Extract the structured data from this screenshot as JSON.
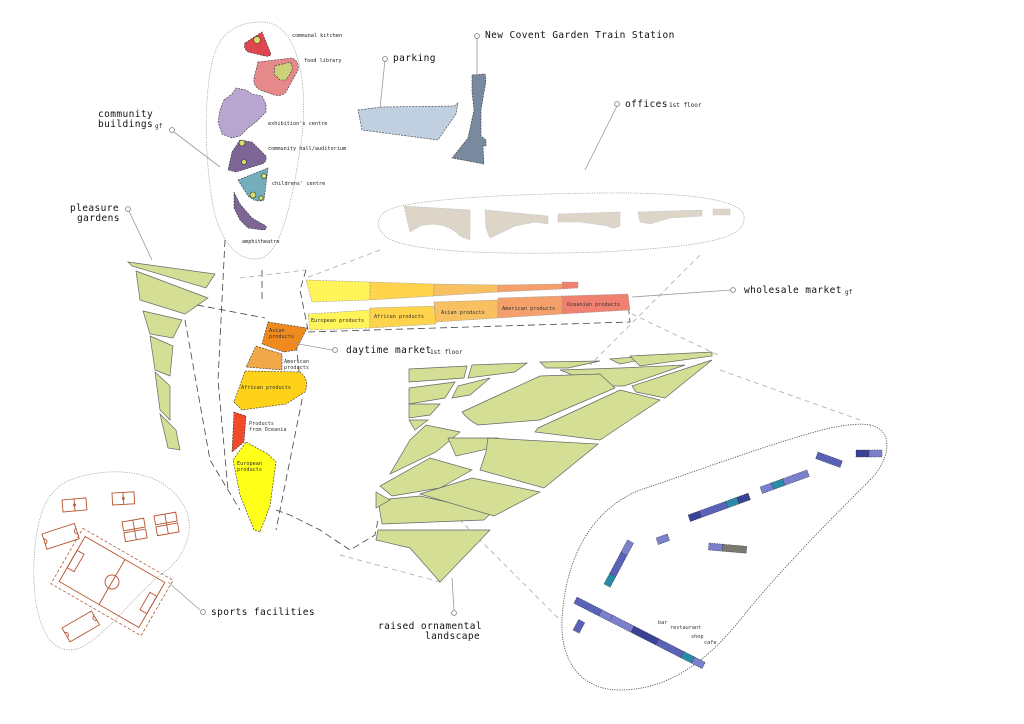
{
  "diagram": {
    "labels": {
      "train_station": "New Covent Garden Train Station",
      "parking": "parking",
      "offices": "offices",
      "offices_sub": "1st floor",
      "community_buildings_1": "community",
      "community_buildings_2": "buildings",
      "community_buildings_sub": "gf",
      "pleasure_gardens_1": "pleasure",
      "pleasure_gardens_2": "gardens",
      "wholesale_market": "wholesale market",
      "wholesale_market_sub": "gf",
      "daytime_market": "daytime market",
      "daytime_market_sub": "1st floor",
      "sports_facilities": "sports facilities",
      "raised_landscape_1": "raised ornamental",
      "raised_landscape_2": "landscape"
    },
    "community_buildings": {
      "communal_kitchen": "communal kitchen",
      "food_library": "food library",
      "exhibition_centre": "exhibition's centre",
      "community_hall": "community hall/auditorium",
      "childrens_centre": "childrens' centre",
      "amphitheatre": "amphitheatre"
    },
    "wholesale_market": {
      "sections": [
        "European products",
        "African products",
        "Asian products",
        "American products",
        "Oceanian products"
      ]
    },
    "daytime_market": {
      "asian_1": "Asian",
      "asian_2": "products",
      "american_1": "American",
      "american_2": "products",
      "african": "African products",
      "oceania_1": "Products",
      "oceania_2": "from Oceania",
      "european_1": "European",
      "european_2": "products"
    },
    "kiosks": {
      "bar": "bar",
      "restaurant": "restaurant",
      "shop": "shop",
      "cafe": "cafe"
    },
    "colors": {
      "communal_kitchen": "#e0464f",
      "food_library": "#e6898a",
      "food_library_inner": "#ccd27a",
      "exhibition": "#b9a6d0",
      "community_hall": "#7d6596",
      "childrens_centre": "#74aebc",
      "amphitheatre": "#7d6596",
      "parking": "#c0d0e0",
      "train_station": "#7a8a9e",
      "offices": "#ddd6c8",
      "green": "#d4de95",
      "european": "#fff45a",
      "african": "#ffd44a",
      "asian": "#f8c060",
      "american": "#f5a06a",
      "oceanian": "#f08070",
      "dm_asian": "#f08a1e",
      "dm_american": "#f0a848",
      "dm_african": "#ffd21a",
      "dm_oceania": "#f04a2a",
      "dm_european": "#ffff1a",
      "sport": "#b5532e",
      "kiosk_light": "#7a80cc",
      "kiosk_mid": "#5a62b8",
      "kiosk_dark": "#3a4298",
      "kiosk_teal": "#2a8aaa",
      "kiosk_grey": "#7a7a70"
    }
  }
}
